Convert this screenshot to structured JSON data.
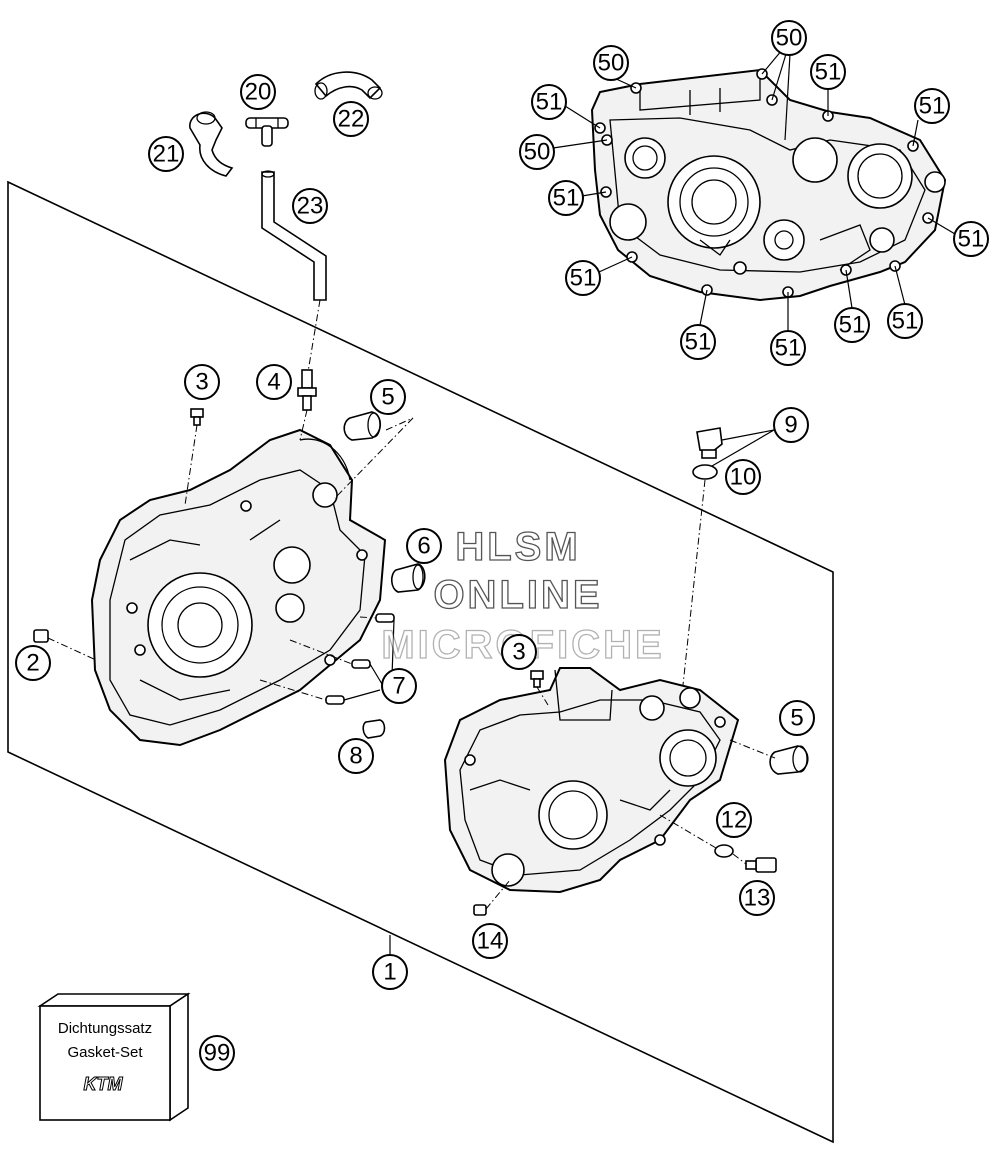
{
  "watermark": {
    "line1": "HLSM",
    "line2": "ONLINE",
    "line3": "MICROFICHE"
  },
  "gasket_box": {
    "line1": "Dichtungssatz",
    "line2": "Gasket-Set",
    "logo": "KTM"
  },
  "callouts": {
    "c1": "1",
    "c2": "2",
    "c3a": "3",
    "c3b": "3",
    "c4": "4",
    "c5a": "5",
    "c5b": "5",
    "c6": "6",
    "c7": "7",
    "c8": "8",
    "c9": "9",
    "c10": "10",
    "c12": "12",
    "c13": "13",
    "c14": "14",
    "c20": "20",
    "c21": "21",
    "c22": "22",
    "c23": "23",
    "c50a": "50",
    "c50b": "50",
    "c50c": "50",
    "c51a": "51",
    "c51b": "51",
    "c51c": "51",
    "c51d": "51",
    "c51e": "51",
    "c51f": "51",
    "c51g": "51",
    "c51h": "51",
    "c51i": "51",
    "c51j": "51",
    "c99": "99"
  }
}
